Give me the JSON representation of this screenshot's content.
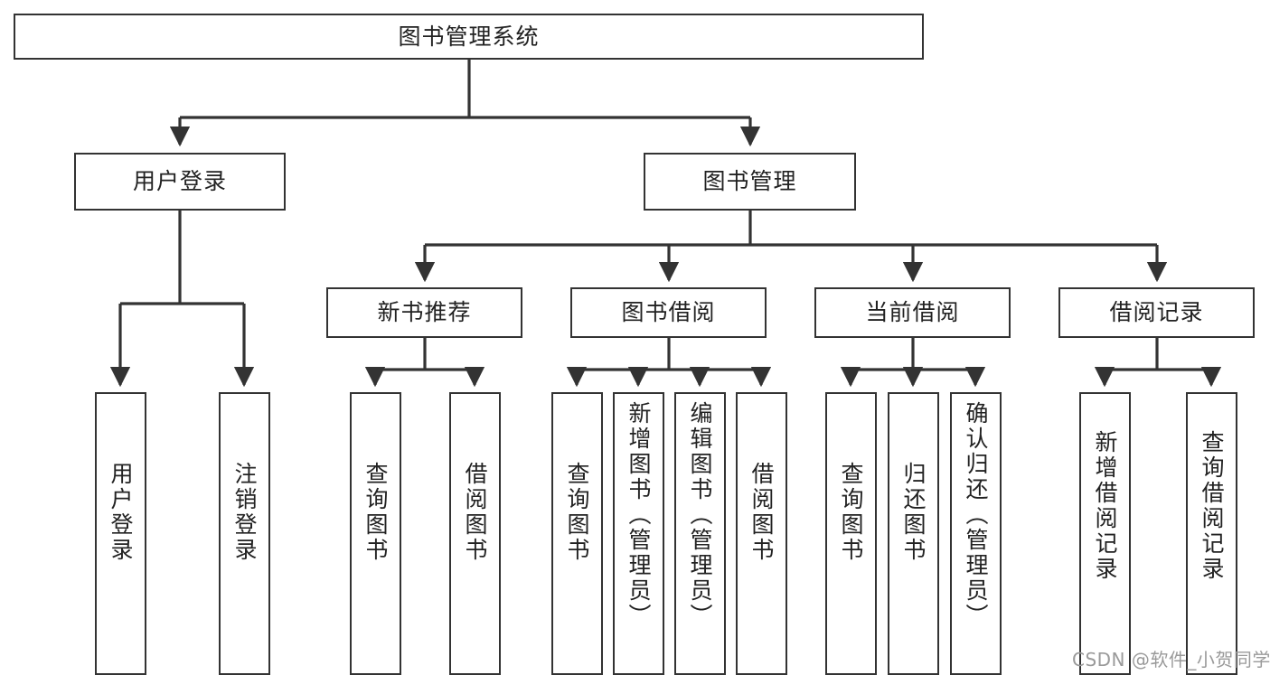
{
  "diagram": {
    "title": "图书管理系统",
    "type": "tree-hierarchy",
    "root": {
      "label": "图书管理系统"
    },
    "level1": [
      {
        "label": "用户登录"
      },
      {
        "label": "图书管理"
      }
    ],
    "level2": [
      {
        "label": "新书推荐"
      },
      {
        "label": "图书借阅"
      },
      {
        "label": "当前借阅"
      },
      {
        "label": "借阅记录"
      }
    ],
    "leaves": {
      "user_login": [
        {
          "label": "用户登录"
        },
        {
          "label": "注销登录"
        }
      ],
      "new_book_recommend": [
        {
          "label": "查询图书"
        },
        {
          "label": "借阅图书"
        }
      ],
      "book_borrow": [
        {
          "label": "查询图书"
        },
        {
          "label": "新增图书（管理员）"
        },
        {
          "label": "编辑图书（管理员）"
        },
        {
          "label": "借阅图书"
        }
      ],
      "current_borrow": [
        {
          "label": "查询图书"
        },
        {
          "label": "归还图书"
        },
        {
          "label": "确认归还（管理员）"
        }
      ],
      "borrow_record": [
        {
          "label": "新增借阅记录"
        },
        {
          "label": "查询借阅记录"
        }
      ]
    }
  },
  "watermark": {
    "text": "CSDN @软件_小贺同学"
  },
  "colors": {
    "stroke": "#333333",
    "fill": "#ffffff",
    "text": "#222222",
    "watermark": "#9a9a9a"
  }
}
